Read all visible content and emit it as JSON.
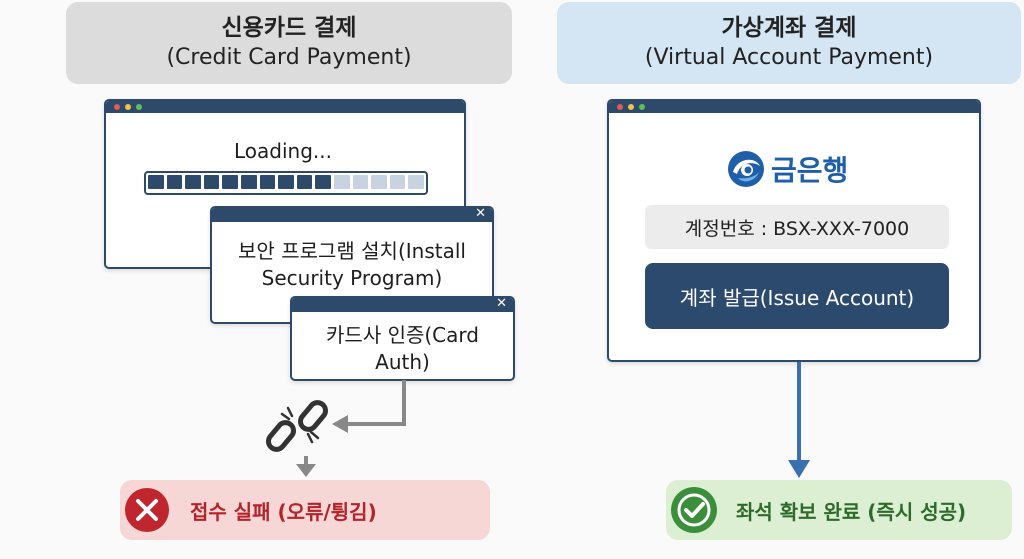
{
  "left": {
    "title": "신용카드 결제",
    "subtitle": "(Credit Card Payment)",
    "loading_label": "Loading...",
    "progress": 0.67,
    "popup1_text": "보안 프로그램 설치(Install Security Program)",
    "popup2_text": "카드사 인증(Card Auth)",
    "result": "접수 실패 (오류/튕김)",
    "close_glyph": "✕",
    "icons": [
      "broken-link-icon",
      "fail-x-icon",
      "close-icon"
    ],
    "colors": {
      "header_bg": "#dcdcdc",
      "result_bg": "#f7d6d6",
      "result_icon": "#c0262d",
      "result_text": "#b3232a"
    }
  },
  "right": {
    "title": "가상계좌 결제",
    "subtitle": "(Virtual Account Payment)",
    "bank_name": "금은행",
    "account_number": "계정번호 : BSX-XXX-7000",
    "issue_button": "계좌 발급(Issue Account)",
    "result": "좌석 확보 완료 (즉시 성공)",
    "icons": [
      "bank-logo-icon",
      "success-check-icon"
    ],
    "colors": {
      "header_bg": "#d4e5f3",
      "button_bg": "#2c4a6e",
      "result_bg": "#dcefd3",
      "result_icon": "#3b8f3a",
      "result_text": "#2d6a2c"
    }
  },
  "window": {
    "bar_color": "#2e4a6b",
    "dot_colors": [
      "#e25c4f",
      "#f2c14e",
      "#5fbf5a"
    ]
  }
}
